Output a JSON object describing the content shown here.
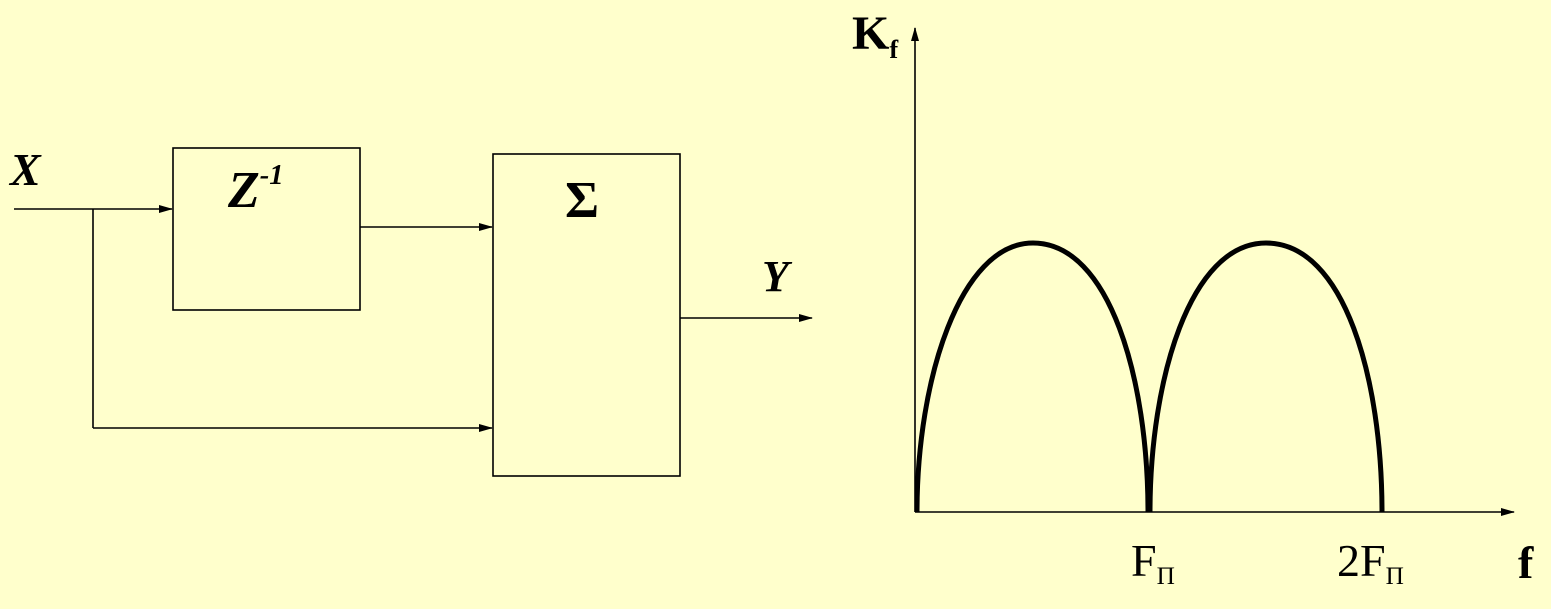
{
  "block_diagram": {
    "input_label": "X",
    "output_label": "Y",
    "delay_block": {
      "base": "Z",
      "exponent": "-1"
    },
    "sum_block": {
      "symbol": "Σ"
    }
  },
  "frequency_plot": {
    "y_axis": {
      "base": "K",
      "subscript": "f"
    },
    "x_axis": {
      "label": "f"
    },
    "ticks": [
      {
        "base": "F",
        "subscript": "П"
      },
      {
        "prefix": "2",
        "base": "F",
        "subscript": "П"
      }
    ]
  },
  "colors": {
    "background": "#ffffcc",
    "stroke": "#000000"
  }
}
